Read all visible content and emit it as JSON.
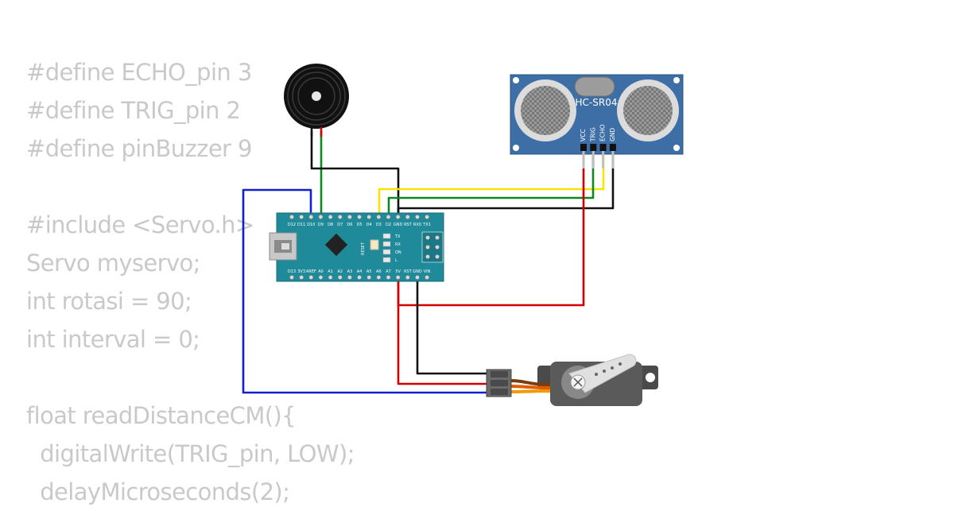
{
  "code_lines": [
    "#define ECHO_pin 3",
    "#define TRIG_pin 2",
    "#define pinBuzzer 9",
    "",
    "#include <Servo.h>",
    "Servo myservo;",
    "int rotasi = 90;",
    "int interval = 0;",
    "",
    "float readDistanceCM(){",
    "  digitalWrite(TRIG_pin, LOW);",
    "  delayMicroseconds(2);"
  ],
  "sensor": {
    "model": "HC-SR04",
    "pins": [
      "VCC",
      "TRIG",
      "ECHO",
      "GND"
    ]
  },
  "arduino": {
    "top_pins": [
      "D12",
      "D11",
      "D10",
      "D9",
      "D8",
      "D7",
      "D6",
      "D5",
      "D4",
      "D3",
      "D2",
      "GND",
      "RST",
      "RX0",
      "TX1"
    ],
    "bottom_pins": [
      "D13",
      "3V3",
      "AREF",
      "A0",
      "A1",
      "A2",
      "A3",
      "A4",
      "A5",
      "A6",
      "A7",
      "5V",
      "RST",
      "GND",
      "VIN"
    ],
    "reset_label": "RESET",
    "led_labels": [
      "TX",
      "RX",
      "ON",
      "L"
    ]
  },
  "colors": {
    "code_text": "#c9c9c9",
    "board": "#1f8a9a",
    "sensor_board": "#3d6ea5",
    "wire_red": "#d40000",
    "wire_black": "#111111",
    "wire_green": "#0b8a1e",
    "wire_yellow": "#f3e600",
    "wire_blue": "#1020d0"
  }
}
